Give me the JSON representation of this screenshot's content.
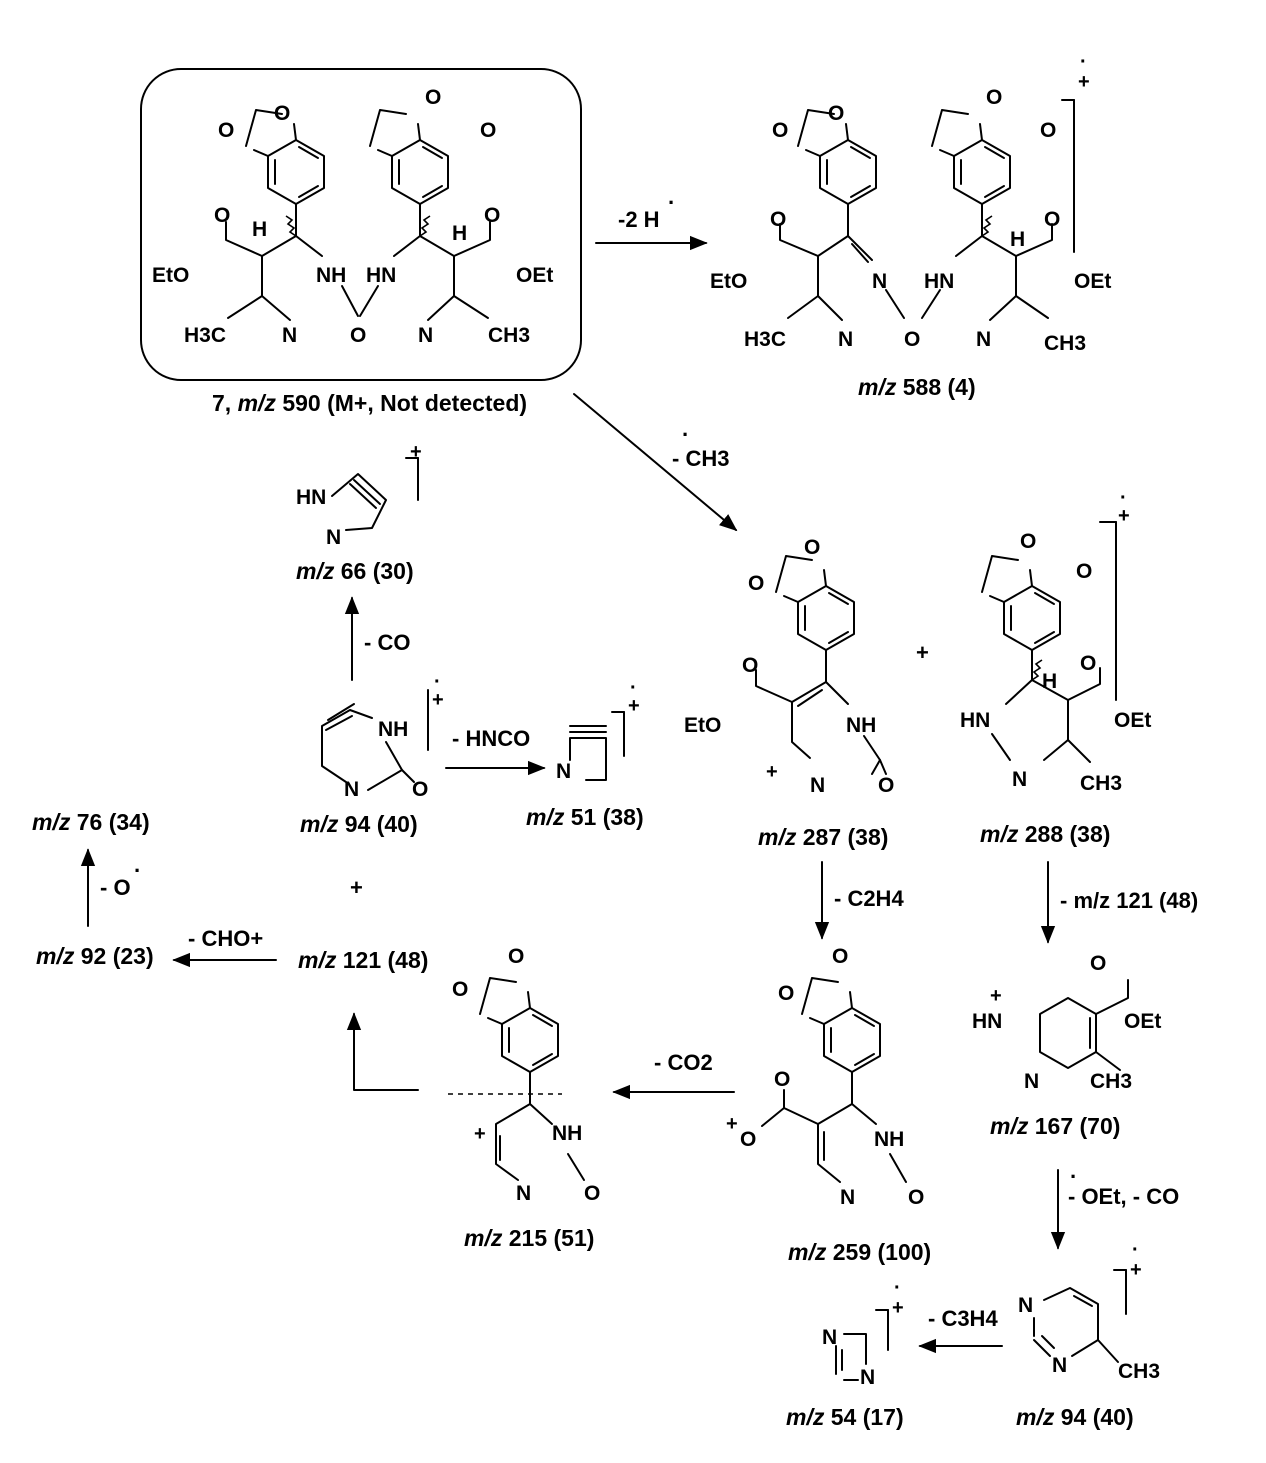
{
  "title": "Proposed mass fragmentation pathway of compound 7",
  "labels": {
    "parent_prefix": "7, ",
    "parent_mz": "590",
    "parent_detail": "(M+, Not detected)",
    "f588_mz": "588",
    "f588_int": "(4)",
    "f66_mz": "66",
    "f66_int": "(30)",
    "f94a_mz": "94",
    "f94a_int": "(40)",
    "f51_mz": "51",
    "f51_int": "(38)",
    "f287_mz": "287",
    "f287_int": "(38)",
    "f288_mz": "288",
    "f288_int": "(38)",
    "f76_mz": "76",
    "f76_int": "(34)",
    "f92_mz": "92",
    "f92_int": "(23)",
    "f121_mz": "121",
    "f121_int": "(48)",
    "f215_mz": "215",
    "f215_int": "(51)",
    "f259_mz": "259",
    "f259_int": "(100)",
    "f167_mz": "167",
    "f167_int": "(70)",
    "f94b_mz": "94",
    "f94b_int": "(40)",
    "f54_mz": "54",
    "f54_int": "(17)",
    "mz_prefix": "m/z"
  },
  "arrows": {
    "minus_2h": "-2 H",
    "minus_ch3": "- CH3",
    "minus_co": "- CO",
    "minus_hnco": "- HNCO",
    "minus_c2h4": "- C2H4",
    "minus_121": "- m/z 121 (48)",
    "minus_o": "- O",
    "minus_cho": "- CHO+",
    "minus_co2": "- CO2",
    "minus_oet_co": "- OEt, - CO",
    "minus_c3h4": "- C3H4",
    "plus": "+"
  },
  "atoms": {
    "O": "O",
    "N": "N",
    "NH": "NH",
    "HN": "HN",
    "H": "H",
    "EtO": "EtO",
    "OEt": "OEt",
    "H3C": "H3C",
    "CH3": "CH3",
    "HN_plus": "HN"
  }
}
